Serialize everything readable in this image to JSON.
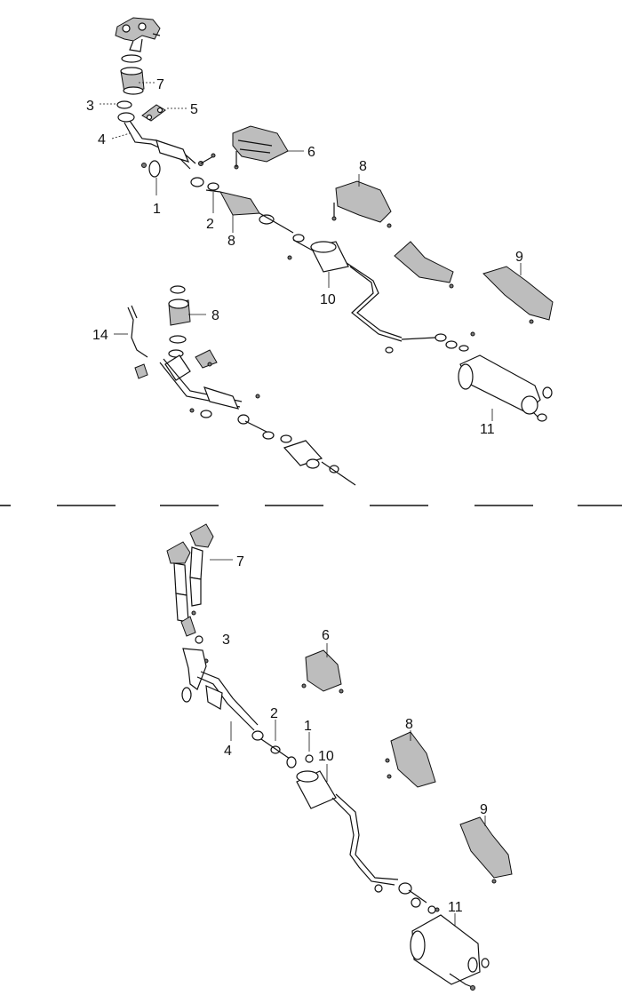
{
  "diagram": {
    "top_callouts": {
      "c1": "1",
      "c2": "2",
      "c3": "3",
      "c4": "4",
      "c5": "5",
      "c6": "6",
      "c7": "7",
      "c8a": "8",
      "c8b": "8",
      "c8c": "8",
      "c9": "9",
      "c10": "10",
      "c11": "11",
      "c14": "14"
    },
    "bottom_callouts": {
      "c1": "1",
      "c2": "2",
      "c3": "3",
      "c4": "4",
      "c6": "6",
      "c7": "7",
      "c8": "8",
      "c9": "9",
      "c10": "10",
      "c11": "11"
    },
    "colors": {
      "line": "#111111",
      "shade": "#bdbdbd",
      "background": "#ffffff"
    }
  }
}
